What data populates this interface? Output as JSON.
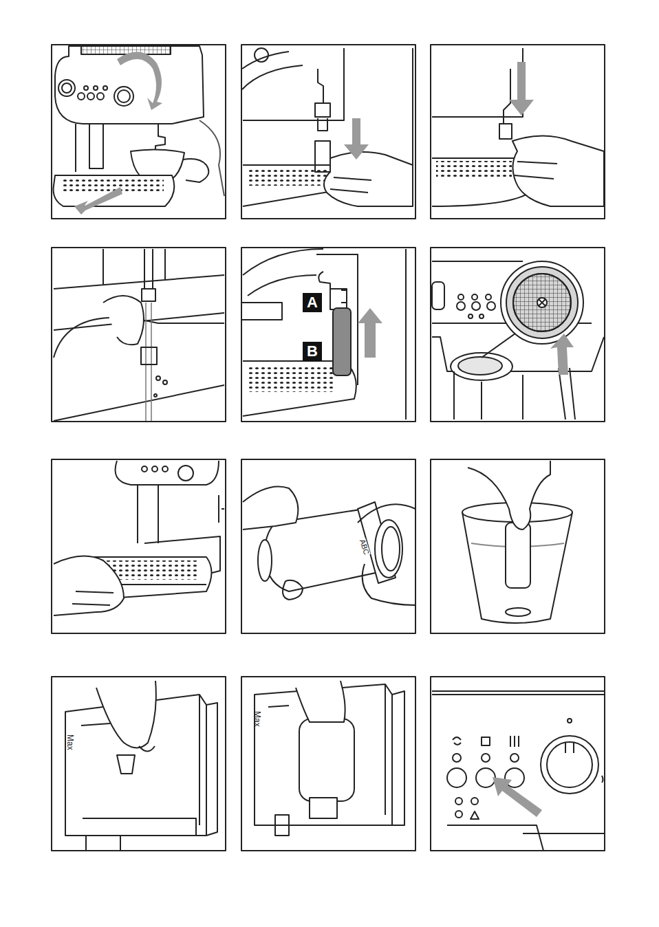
{
  "diagram": {
    "nodes": [
      {
        "text": [
          "A"
        ]
      },
      {
        "text": [
          "B"
        ]
      }
    ],
    "labels": [
      "ABC",
      "Max",
      "Max"
    ]
  }
}
